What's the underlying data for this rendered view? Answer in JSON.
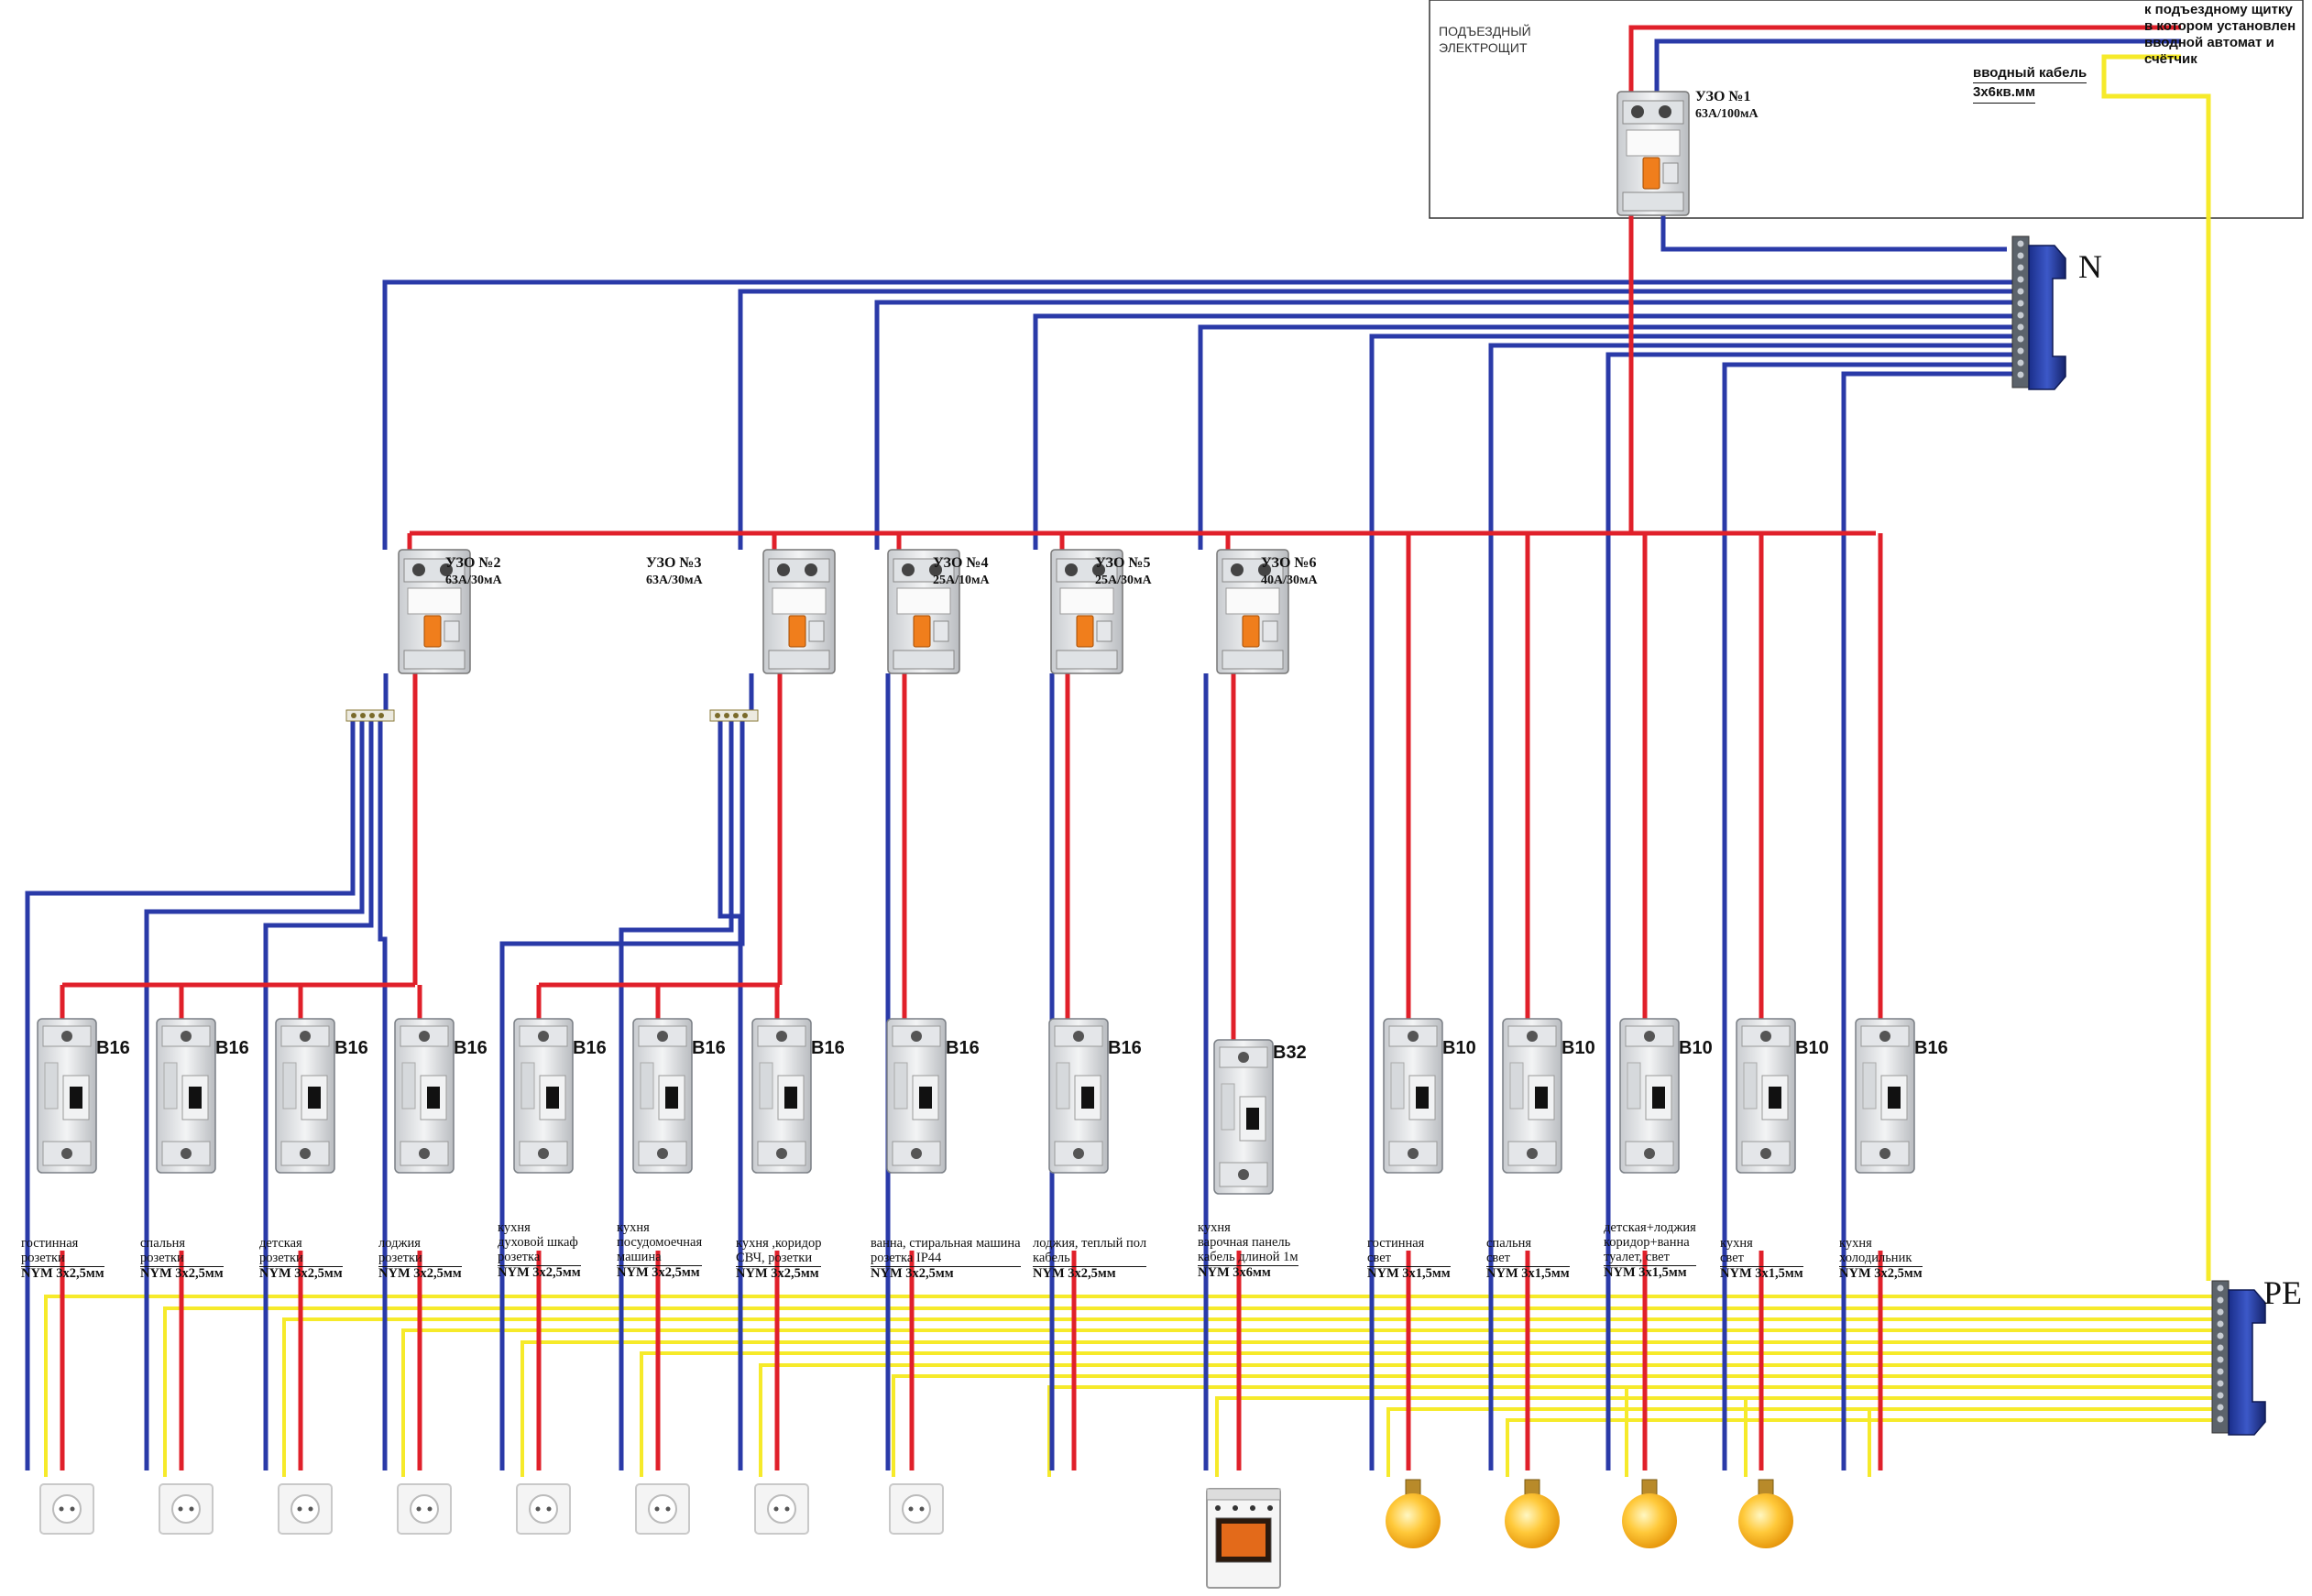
{
  "panel": {
    "title_line1": "ПОДЪЕЗДНЫЙ",
    "title_line2": "ЭЛЕКТРОЩИТ"
  },
  "input_note": {
    "line1": "к подъездному щитку",
    "line2": "в котором установлен",
    "line3": "вводной автомат и",
    "line4": "счётчик"
  },
  "input_cable": {
    "line1": "вводный кабель",
    "line2": "3х6кв.мм"
  },
  "bus": {
    "neutral_label": "N",
    "pe_label": "PE"
  },
  "rcds": [
    {
      "name": "УЗО №1",
      "rating": "63А/100мА"
    },
    {
      "name": "УЗО №2",
      "rating": "63А/30мА"
    },
    {
      "name": "УЗО №3",
      "rating": "63А/30мА"
    },
    {
      "name": "УЗО №4",
      "rating": "25А/10мА"
    },
    {
      "name": "УЗО №5",
      "rating": "25А/30мА"
    },
    {
      "name": "УЗО №6",
      "rating": "40А/30мА"
    }
  ],
  "breakers": [
    {
      "rating": "B16",
      "desc": [
        "гостинная",
        "розетки"
      ],
      "cable": "NYM 3х2,5мм",
      "load": "socket"
    },
    {
      "rating": "B16",
      "desc": [
        "спальня",
        "розетки"
      ],
      "cable": "NYM 3х2,5мм",
      "load": "socket"
    },
    {
      "rating": "B16",
      "desc": [
        "детская",
        "розетки"
      ],
      "cable": "NYM 3х2,5мм",
      "load": "socket"
    },
    {
      "rating": "B16",
      "desc": [
        "лоджия",
        "розетки"
      ],
      "cable": "NYM 3х2,5мм",
      "load": "socket"
    },
    {
      "rating": "B16",
      "desc": [
        "кухня",
        "духовой шкаф",
        "розетка"
      ],
      "cable": "NYM 3х2,5мм",
      "load": "socket"
    },
    {
      "rating": "B16",
      "desc": [
        "кухня",
        "посудомоечная",
        "машина"
      ],
      "cable": "NYM 3х2,5мм",
      "load": "socket"
    },
    {
      "rating": "B16",
      "desc": [
        "кухня ,коридор",
        "СВЧ, розетки"
      ],
      "cable": "NYM 3х2,5мм",
      "load": "socket"
    },
    {
      "rating": "B16",
      "desc": [
        "ванна, стиральная машина",
        "розетка IP44"
      ],
      "cable": "NYM 3х2,5мм",
      "load": "socket"
    },
    {
      "rating": "B16",
      "desc": [
        "лоджия, теплый пол",
        "кабель"
      ],
      "cable": "NYM 3х2,5мм",
      "load": "none"
    },
    {
      "rating": "B32",
      "desc": [
        "кухня",
        "варочная панель",
        "кабель длиной 1м"
      ],
      "cable": "NYM 3х6мм",
      "load": "stove"
    },
    {
      "rating": "B10",
      "desc": [
        "гостинная",
        "свет"
      ],
      "cable": "NYM 3х1,5мм",
      "load": "lamp"
    },
    {
      "rating": "B10",
      "desc": [
        "спальня",
        "свет"
      ],
      "cable": "NYM 3х1,5мм",
      "load": "lamp"
    },
    {
      "rating": "B10",
      "desc": [
        "детская+лоджия",
        "коридор+ванна",
        "туалет, свет"
      ],
      "cable": "NYM 3х1,5мм",
      "load": "lamp"
    },
    {
      "rating": "B10",
      "desc": [
        "кухня",
        "свет"
      ],
      "cable": "NYM 3х1,5мм",
      "load": "lamp"
    },
    {
      "rating": "B16",
      "desc": [
        "кухня",
        "холодильник"
      ],
      "cable": "NYM 3х2,5мм",
      "load": "none"
    }
  ],
  "colors": {
    "phase": "#e0202a",
    "neutral": "#2a3aa8",
    "earth": "#f6ea2a"
  }
}
